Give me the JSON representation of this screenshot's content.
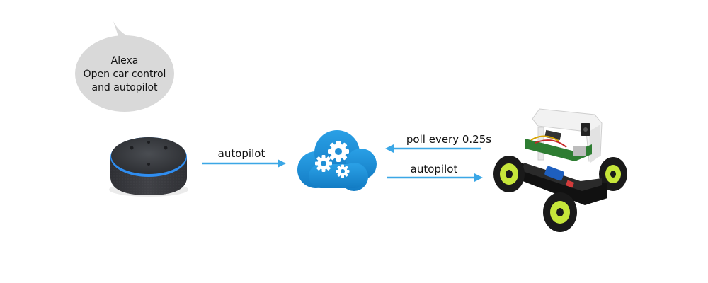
{
  "speech_bubble": {
    "lines": [
      "Alexa",
      "Open car control",
      "and autopilot"
    ]
  },
  "arrows": {
    "echo_to_cloud": "autopilot",
    "car_to_cloud": "poll every 0.25s",
    "cloud_to_car": "autopilot"
  },
  "colors": {
    "arrow": "#3ba7e6",
    "cloud": "#1f8fd6",
    "bubble": "#d9d9d9",
    "echo_ring": "#2f8df0",
    "wheel_rim": "#c6e63a"
  },
  "icons": {
    "echo": "smart-speaker-icon",
    "cloud": "cloud-gears-icon",
    "car": "robot-car-icon"
  }
}
